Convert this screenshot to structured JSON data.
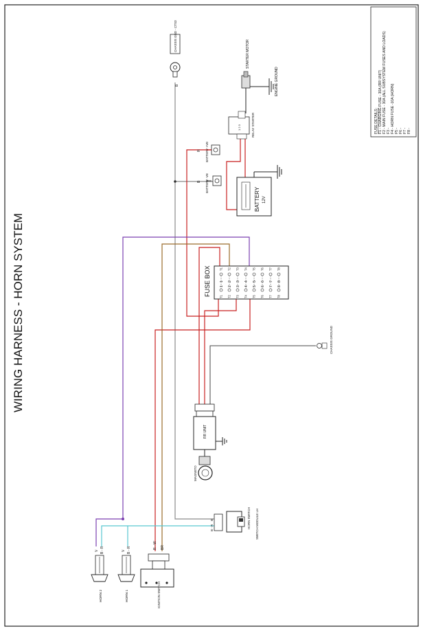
{
  "title": "WIRING HARNESS - HORN SYSTEM",
  "fuse_details": {
    "heading": "FUSE DETAILS:",
    "lines": [
      "F1 - CHARGING FUSE - 30A (RR UNIT)",
      "F2 - MAIN FUSE - 30A (ALL SUBSYSTEM FUSES AND LOADS)",
      "F3 -",
      "F4 - HORN FUSE -10A (HORN)",
      "F5 -",
      "F6 -",
      "F7 -",
      "F8 -"
    ]
  },
  "components": {
    "chassis_ground_top": "CHASSIS GND - CTS3",
    "starter_motor": "STARTER MOTOR",
    "engine_ground": "ENGINE GROUND",
    "relay_starter": "RELAY STARTER",
    "battery_pos": "BATTERY +VE",
    "battery_neg": "BATTERY -VE",
    "battery": "BATTERY",
    "battery_voltage": "12V",
    "fuse_box": "FUSE BOX",
    "chassis_ground": "CHASSIS GROUND",
    "rr_unit": "RR UNIT",
    "magneto": "MAGNETO",
    "horn_switch": "HORN SWITCH",
    "switch_module": "SWITCH MODULE LH",
    "ignition_switch": "IGNITION SWITCH",
    "horn_1": "HORN 1",
    "horn_2": "HORN 2"
  },
  "wire_codes": {
    "b": "B",
    "r": "R",
    "v": "V",
    "br": "BR",
    "r_w": "R - W",
    "b_r": "B - R",
    "b_r2": "B - R"
  },
  "fuse_numbers_top": [
    "1",
    "2",
    "3",
    "4",
    "5",
    "6",
    "7",
    "8"
  ],
  "fuse_numbers_bottom": [
    "1",
    "2",
    "3",
    "4",
    "5",
    "6",
    "7",
    "8"
  ],
  "fuse_t_labels": [
    "T1",
    "T2",
    "T3",
    "T4",
    "T5",
    "T6",
    "T7",
    "T8"
  ],
  "relay_pins": "1 2 3",
  "colors": {
    "red": "#c81e1e",
    "violet": "#7a3fb0",
    "brown": "#9a6a2a",
    "grey": "#8a8a8a",
    "cyan": "#57c6d0",
    "black": "#111111"
  }
}
